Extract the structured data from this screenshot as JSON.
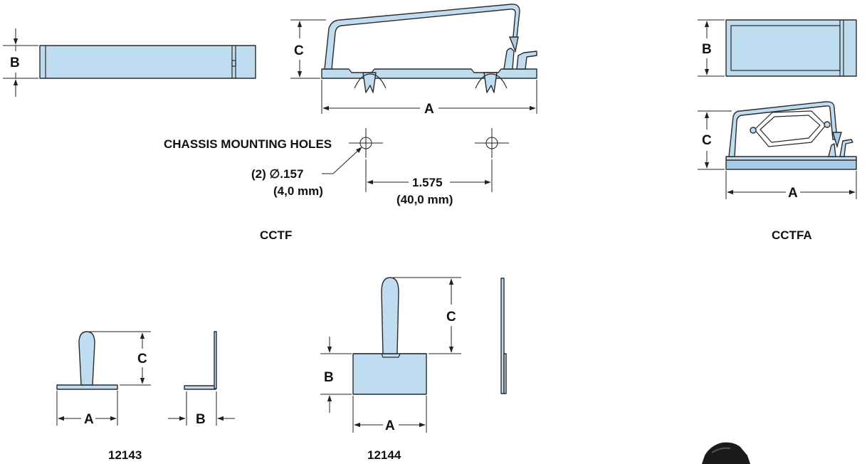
{
  "diagrams": {
    "cctf": {
      "caption": "CCTF",
      "dim_a": "A",
      "dim_b": "B",
      "dim_c": "C",
      "mounting_holes_label": "CHASSIS MOUNTING HOLES",
      "hole_qty_dia": "(2) ∅.157",
      "hole_dia_mm": "(4,0 mm)",
      "hole_spacing": "1.575",
      "hole_spacing_mm": "(40,0 mm)"
    },
    "cctfa": {
      "caption": "CCTFA",
      "dim_a": "A",
      "dim_b": "B",
      "dim_c": "C"
    },
    "p12143": {
      "caption": "12143",
      "dim_a": "A",
      "dim_b": "B",
      "dim_c": "C"
    },
    "p12144": {
      "caption": "12144",
      "dim_a": "A",
      "dim_b": "B",
      "dim_c": "C"
    }
  },
  "colors": {
    "part_fill": "#bfdcf1",
    "outline": "#2a2a2a",
    "text": "#111111"
  }
}
